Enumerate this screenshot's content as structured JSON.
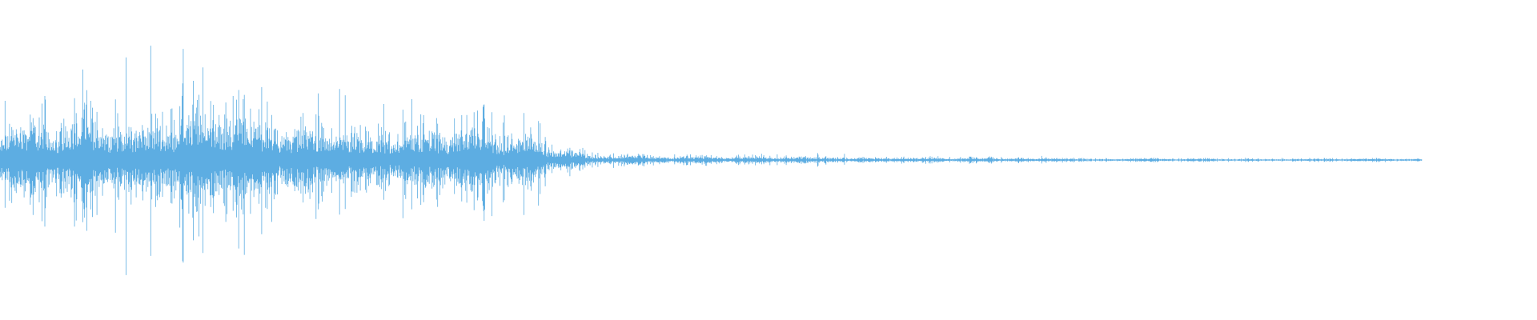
{
  "waveform": {
    "color": "#5dade2",
    "background": "#ffffff",
    "envelope_segments": [
      {
        "t_start": 0.0,
        "t_end": 0.04,
        "peak": 0.62,
        "body": 0.3
      },
      {
        "t_start": 0.04,
        "t_end": 0.08,
        "peak": 0.78,
        "body": 0.38
      },
      {
        "t_start": 0.08,
        "t_end": 0.12,
        "peak": 1.0,
        "body": 0.42
      },
      {
        "t_start": 0.12,
        "t_end": 0.16,
        "peak": 0.9,
        "body": 0.44
      },
      {
        "t_start": 0.16,
        "t_end": 0.2,
        "peak": 0.7,
        "body": 0.3
      },
      {
        "t_start": 0.2,
        "t_end": 0.24,
        "peak": 0.68,
        "body": 0.28
      },
      {
        "t_start": 0.24,
        "t_end": 0.28,
        "peak": 0.6,
        "body": 0.26
      },
      {
        "t_start": 0.28,
        "t_end": 0.32,
        "peak": 0.58,
        "body": 0.28
      },
      {
        "t_start": 0.32,
        "t_end": 0.355,
        "peak": 0.52,
        "body": 0.22
      },
      {
        "t_start": 0.355,
        "t_end": 0.38,
        "peak": 0.28,
        "body": 0.12
      },
      {
        "t_start": 0.38,
        "t_end": 0.42,
        "peak": 0.09,
        "body": 0.05
      },
      {
        "t_start": 0.42,
        "t_end": 0.55,
        "peak": 0.06,
        "body": 0.03
      },
      {
        "t_start": 0.55,
        "t_end": 0.7,
        "peak": 0.035,
        "body": 0.02
      },
      {
        "t_start": 0.7,
        "t_end": 0.925,
        "peak": 0.02,
        "body": 0.012
      }
    ],
    "extent_fraction": 0.925
  }
}
